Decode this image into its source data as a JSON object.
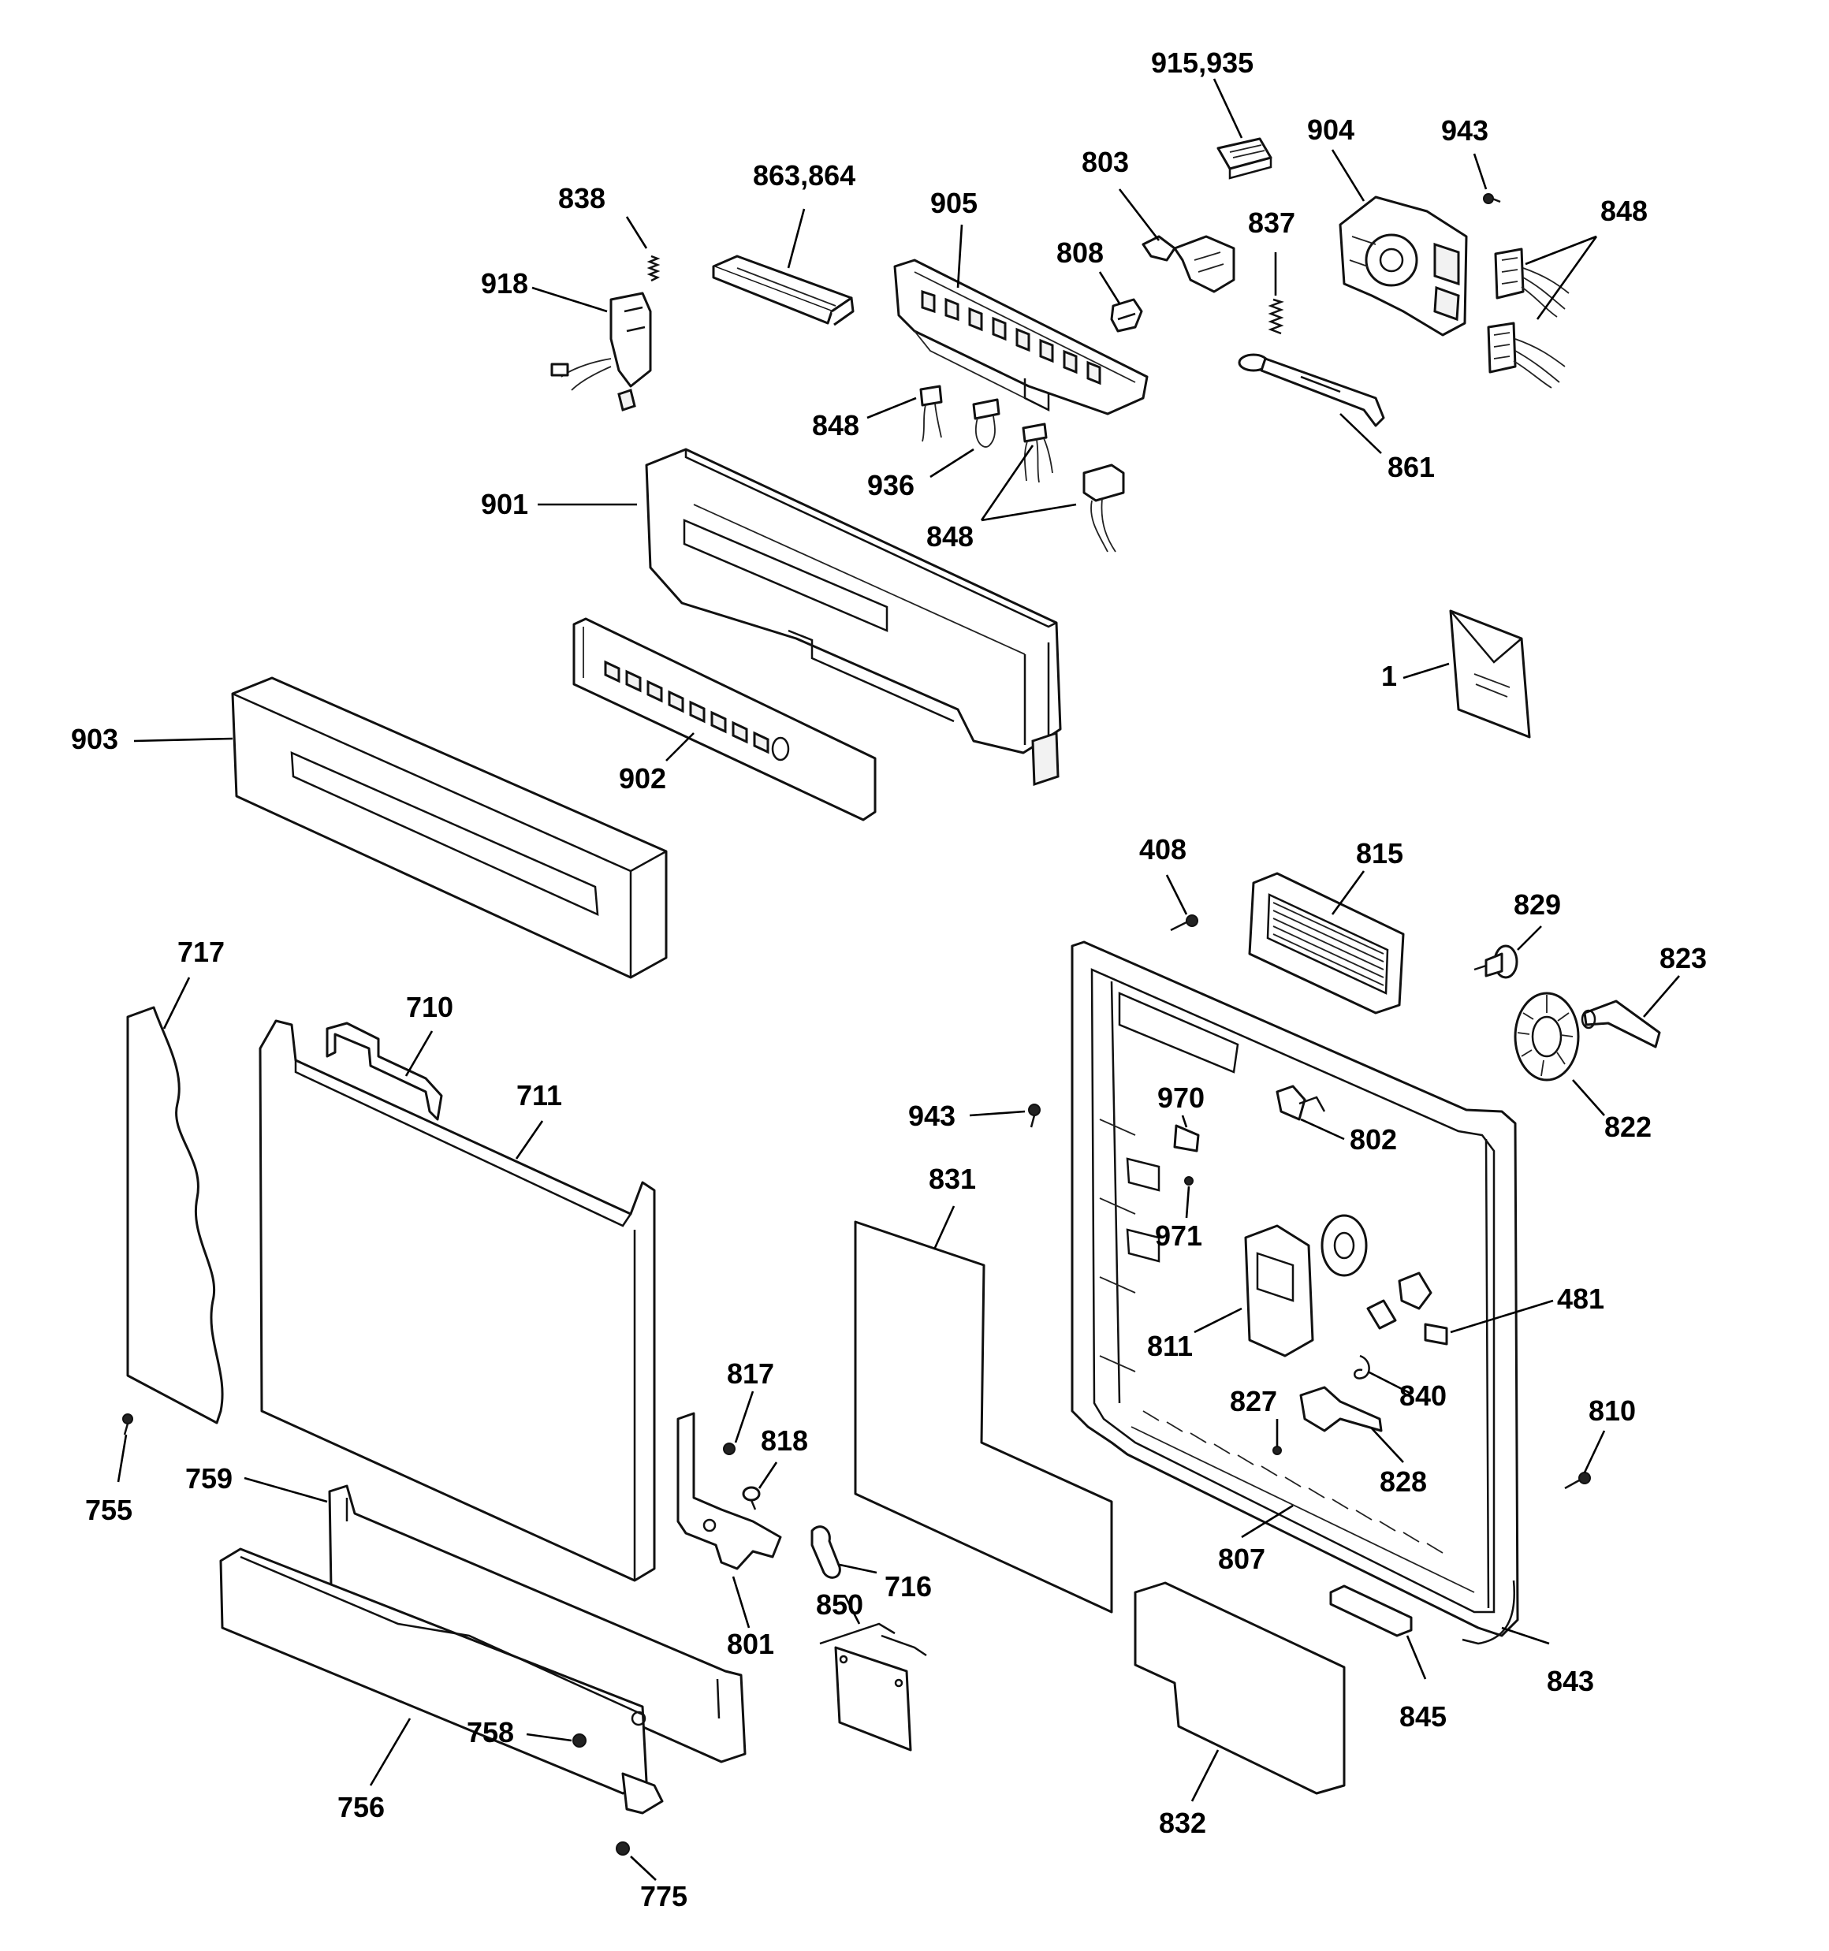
{
  "callouts": [
    {
      "id": "c-915-935",
      "text": "915,935"
    },
    {
      "id": "c-904",
      "text": "904"
    },
    {
      "id": "c-943-top",
      "text": "943"
    },
    {
      "id": "c-848-right",
      "text": "848"
    },
    {
      "id": "c-803",
      "text": "803"
    },
    {
      "id": "c-837",
      "text": "837"
    },
    {
      "id": "c-863-864",
      "text": "863,864"
    },
    {
      "id": "c-905",
      "text": "905"
    },
    {
      "id": "c-808",
      "text": "808"
    },
    {
      "id": "c-838",
      "text": "838"
    },
    {
      "id": "c-918",
      "text": "918"
    },
    {
      "id": "c-848-a",
      "text": "848"
    },
    {
      "id": "c-936",
      "text": "936"
    },
    {
      "id": "c-861",
      "text": "861"
    },
    {
      "id": "c-901",
      "text": "901"
    },
    {
      "id": "c-848-b",
      "text": "848"
    },
    {
      "id": "c-1",
      "text": "1"
    },
    {
      "id": "c-903",
      "text": "903"
    },
    {
      "id": "c-902",
      "text": "902"
    },
    {
      "id": "c-408",
      "text": "408"
    },
    {
      "id": "c-815",
      "text": "815"
    },
    {
      "id": "c-829",
      "text": "829"
    },
    {
      "id": "c-823",
      "text": "823"
    },
    {
      "id": "c-717",
      "text": "717"
    },
    {
      "id": "c-710",
      "text": "710"
    },
    {
      "id": "c-711",
      "text": "711"
    },
    {
      "id": "c-822",
      "text": "822"
    },
    {
      "id": "c-943-mid",
      "text": "943"
    },
    {
      "id": "c-970",
      "text": "970"
    },
    {
      "id": "c-802",
      "text": "802"
    },
    {
      "id": "c-831",
      "text": "831"
    },
    {
      "id": "c-971",
      "text": "971"
    },
    {
      "id": "c-481",
      "text": "481"
    },
    {
      "id": "c-811",
      "text": "811"
    },
    {
      "id": "c-817",
      "text": "817"
    },
    {
      "id": "c-840",
      "text": "840"
    },
    {
      "id": "c-827",
      "text": "827"
    },
    {
      "id": "c-810",
      "text": "810"
    },
    {
      "id": "c-818",
      "text": "818"
    },
    {
      "id": "c-828",
      "text": "828"
    },
    {
      "id": "c-759",
      "text": "759"
    },
    {
      "id": "c-755",
      "text": "755"
    },
    {
      "id": "c-807",
      "text": "807"
    },
    {
      "id": "c-716",
      "text": "716"
    },
    {
      "id": "c-850",
      "text": "850"
    },
    {
      "id": "c-801",
      "text": "801"
    },
    {
      "id": "c-843",
      "text": "843"
    },
    {
      "id": "c-845",
      "text": "845"
    },
    {
      "id": "c-758",
      "text": "758"
    },
    {
      "id": "c-756",
      "text": "756"
    },
    {
      "id": "c-832",
      "text": "832"
    },
    {
      "id": "c-775",
      "text": "775"
    }
  ]
}
